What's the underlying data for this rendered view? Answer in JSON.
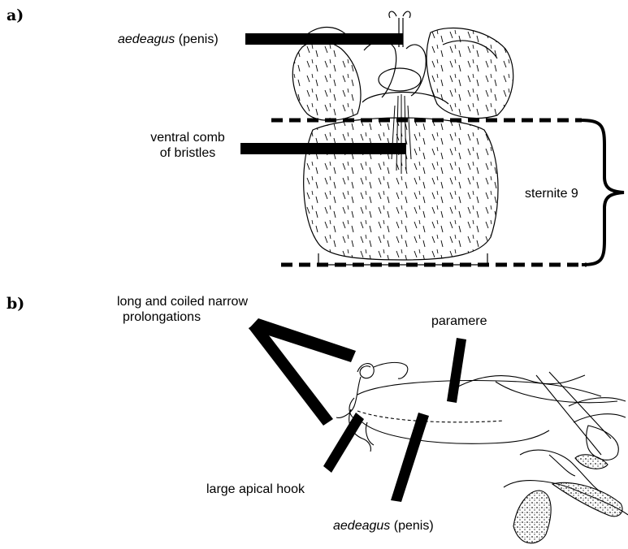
{
  "panels": {
    "a": "a)",
    "b": "b)"
  },
  "panel_a": {
    "aedeagus_label_italic": "aedeagus",
    "aedeagus_label_rest": " (penis)",
    "ventral_comb_line1": "ventral comb",
    "ventral_comb_line2": "of bristles",
    "sternite_label": "sternite 9"
  },
  "panel_b": {
    "prolongations_line1": "long and coiled narrow",
    "prolongations_line2": "prolongations",
    "paramere_label": "paramere",
    "hook_label": "large apical hook",
    "aedeagus_label_italic": "aedeagus",
    "aedeagus_label_rest": " (penis)"
  },
  "colors": {
    "ink": "#000000",
    "stipple": "#333333"
  }
}
